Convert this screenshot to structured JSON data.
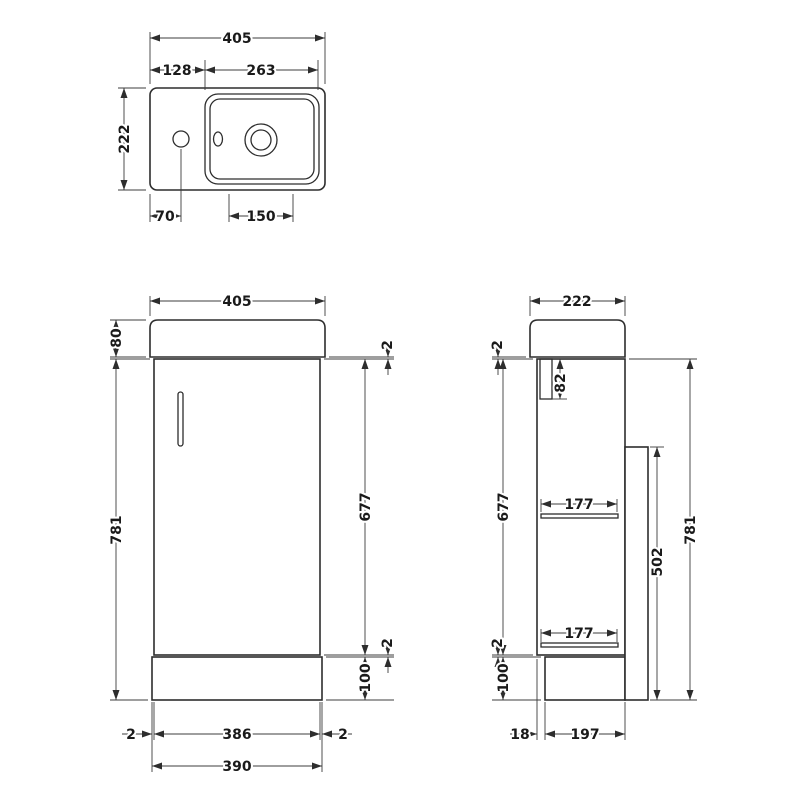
{
  "meta": {
    "background": "#ffffff",
    "line_color": "#2d2d2d",
    "drawing_type": "vanity-basin-unit-dimension-drawing"
  },
  "plan": {
    "overall_width": "405",
    "deck_width": "128",
    "bowl_width": "263",
    "overall_depth": "222",
    "tap_offset": "70",
    "waste_width": "150"
  },
  "front": {
    "overall_width": "405",
    "basin_height": "80",
    "unit_height": "781",
    "top_gap": "2",
    "door_height": "677",
    "bottom_gap": "2",
    "plinth_height": "100",
    "left_gap": "2",
    "door_width": "386",
    "right_gap": "2",
    "plinth_width": "390"
  },
  "side": {
    "overall_depth": "222",
    "top_gap": "2",
    "basin_depth": "82",
    "door_height": "677",
    "shelf_depth_upper": "177",
    "back_panel_height": "502",
    "shelf_depth_lower": "177",
    "unit_height": "781",
    "bottom_gap": "2",
    "plinth_height": "100",
    "plinth_recess": "18",
    "plinth_depth": "197"
  }
}
